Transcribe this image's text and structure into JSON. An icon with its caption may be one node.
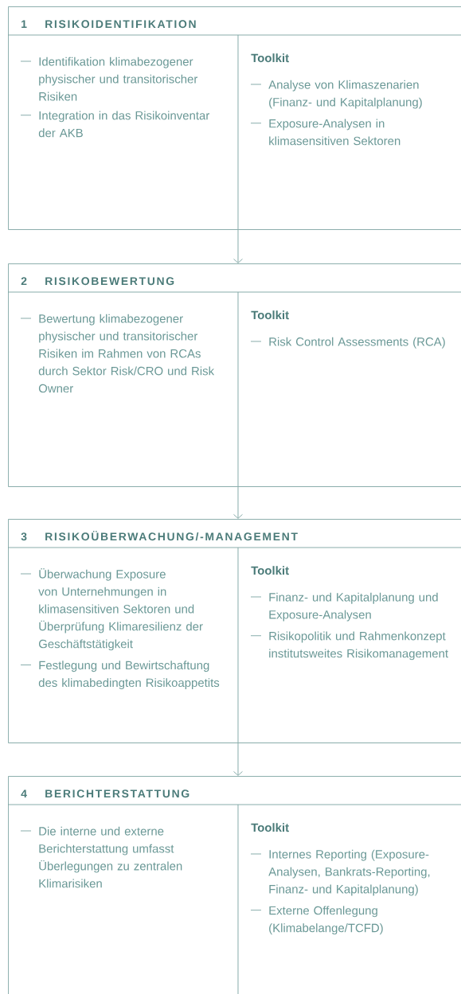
{
  "diagram": {
    "nodes": [
      {
        "text": [
          "1",
          "RISIKOIDENTIFIKATION"
        ]
      },
      {
        "text": [
          "Identifikation klimabezogener physischer und transitorischer Risiken",
          "Integration in das Risikoinventar der AKB"
        ],
        "in": 0
      },
      {
        "text": [
          "Toolkit",
          "Analyse von Klimaszenarien (Finanz- und Kapitalplanung)",
          "Exposure-Analysen in klimasensitiven Sektoren"
        ],
        "in": 0
      },
      {
        "text": [
          "2",
          "RISIKOBEWERTUNG"
        ]
      },
      {
        "text": [
          "Bewertung klimabezogener physischer und transitorischer Risiken im Rahmen von RCAs durch Sektor Risk/CRO und Risk Owner"
        ],
        "in": 3
      },
      {
        "text": [
          "Toolkit",
          "Risk Control Assessments (RCA)"
        ],
        "in": 3
      },
      {
        "text": [
          "3",
          "RISIKOÜBERWACHUNG/-MANAGEMENT"
        ]
      },
      {
        "text": [
          "Überwachung Exposure von Unternehmungen in klimasensitiven Sektoren und Überprüfung Klimaresilienz der Geschäftstätigkeit",
          "Festlegung und Bewirtschaftung des klimabedingten Risikoappetits"
        ],
        "in": 6
      },
      {
        "text": [
          "Toolkit",
          "Finanz- und Kapitalplanung und Exposure-Analysen",
          "Risikopolitik und Rahmenkonzept institutsweites Risikomanagement"
        ],
        "in": 6
      },
      {
        "text": [
          "4",
          "BERICHTERSTATTUNG"
        ]
      },
      {
        "text": [
          "Die interne und externe Berichterstattung umfasst Überlegungen zu zentralen Klimarisiken"
        ],
        "in": 9
      },
      {
        "text": [
          "Toolkit",
          "Internes Reporting (Exposure-Analysen, Bankrats-Reporting, Finanz- und Kapitalplanung)",
          "Externe Offenlegung (Klimabelange/TCFD)"
        ],
        "in": 9
      }
    ],
    "edges": [
      {
        "from": 0,
        "to": 3,
        "arrow": "to"
      },
      {
        "from": 3,
        "to": 6,
        "arrow": "to"
      },
      {
        "from": 6,
        "to": 9,
        "arrow": "to"
      }
    ]
  }
}
